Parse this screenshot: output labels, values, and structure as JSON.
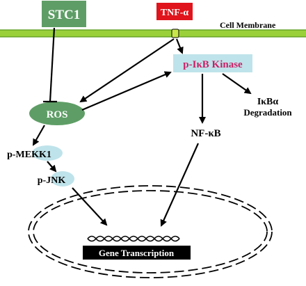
{
  "membrane": {
    "label": "Cell Membrane"
  },
  "nodes": {
    "stc1": {
      "label": "STC1",
      "color": "#5e9e66",
      "text_color": "#ffffff"
    },
    "tnf": {
      "label": "TNF-α",
      "color": "#e0141c",
      "text_color": "#ffffff"
    },
    "ikb_kinase": {
      "label": "p-IκB Kinase",
      "color": "#bfe3ea",
      "text_color": "#cc1f66"
    },
    "ikba_degradation": {
      "label": "IκBα",
      "sublabel": "Degradation"
    },
    "ros": {
      "label": "ROS",
      "color": "#5e9e66",
      "text_color": "#ffffff"
    },
    "nfkb": {
      "label": "NF-κB"
    },
    "mekk1": {
      "label": "p-MEKK1",
      "color": "#bfe3ea"
    },
    "jnk": {
      "label": "p-JNK",
      "color": "#bfe3ea"
    },
    "gene_transcription": {
      "label": "Gene Transcription",
      "color": "#000000",
      "text_color": "#ffffff"
    }
  },
  "colors": {
    "membrane_fill": "#9ad03a",
    "membrane_line": "#5a9a1e",
    "arrow": "#000000",
    "receptor": "#c8e64a"
  }
}
